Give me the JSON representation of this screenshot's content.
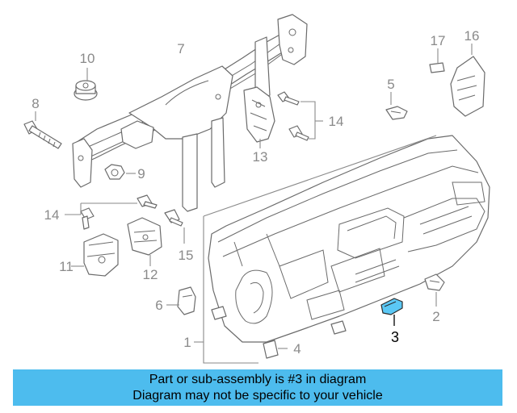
{
  "diagram": {
    "callouts": [
      {
        "id": "c1",
        "label": "1"
      },
      {
        "id": "c2",
        "label": "2"
      },
      {
        "id": "c3",
        "label": "3"
      },
      {
        "id": "c4",
        "label": "4"
      },
      {
        "id": "c5",
        "label": "5"
      },
      {
        "id": "c6",
        "label": "6"
      },
      {
        "id": "c7",
        "label": "7"
      },
      {
        "id": "c8",
        "label": "8"
      },
      {
        "id": "c9",
        "label": "9"
      },
      {
        "id": "c10",
        "label": "10"
      },
      {
        "id": "c11",
        "label": "11"
      },
      {
        "id": "c12",
        "label": "12"
      },
      {
        "id": "c13",
        "label": "13"
      },
      {
        "id": "c14a",
        "label": "14"
      },
      {
        "id": "c14b",
        "label": "14"
      },
      {
        "id": "c15",
        "label": "15"
      },
      {
        "id": "c16",
        "label": "16"
      },
      {
        "id": "c17",
        "label": "17"
      }
    ],
    "highlight_color": "#5bc8f5"
  },
  "banner": {
    "line1": "Part or sub-assembly is #3 in diagram",
    "line2": "Diagram may not be specific to your vehicle",
    "color": "#4dbcee"
  }
}
